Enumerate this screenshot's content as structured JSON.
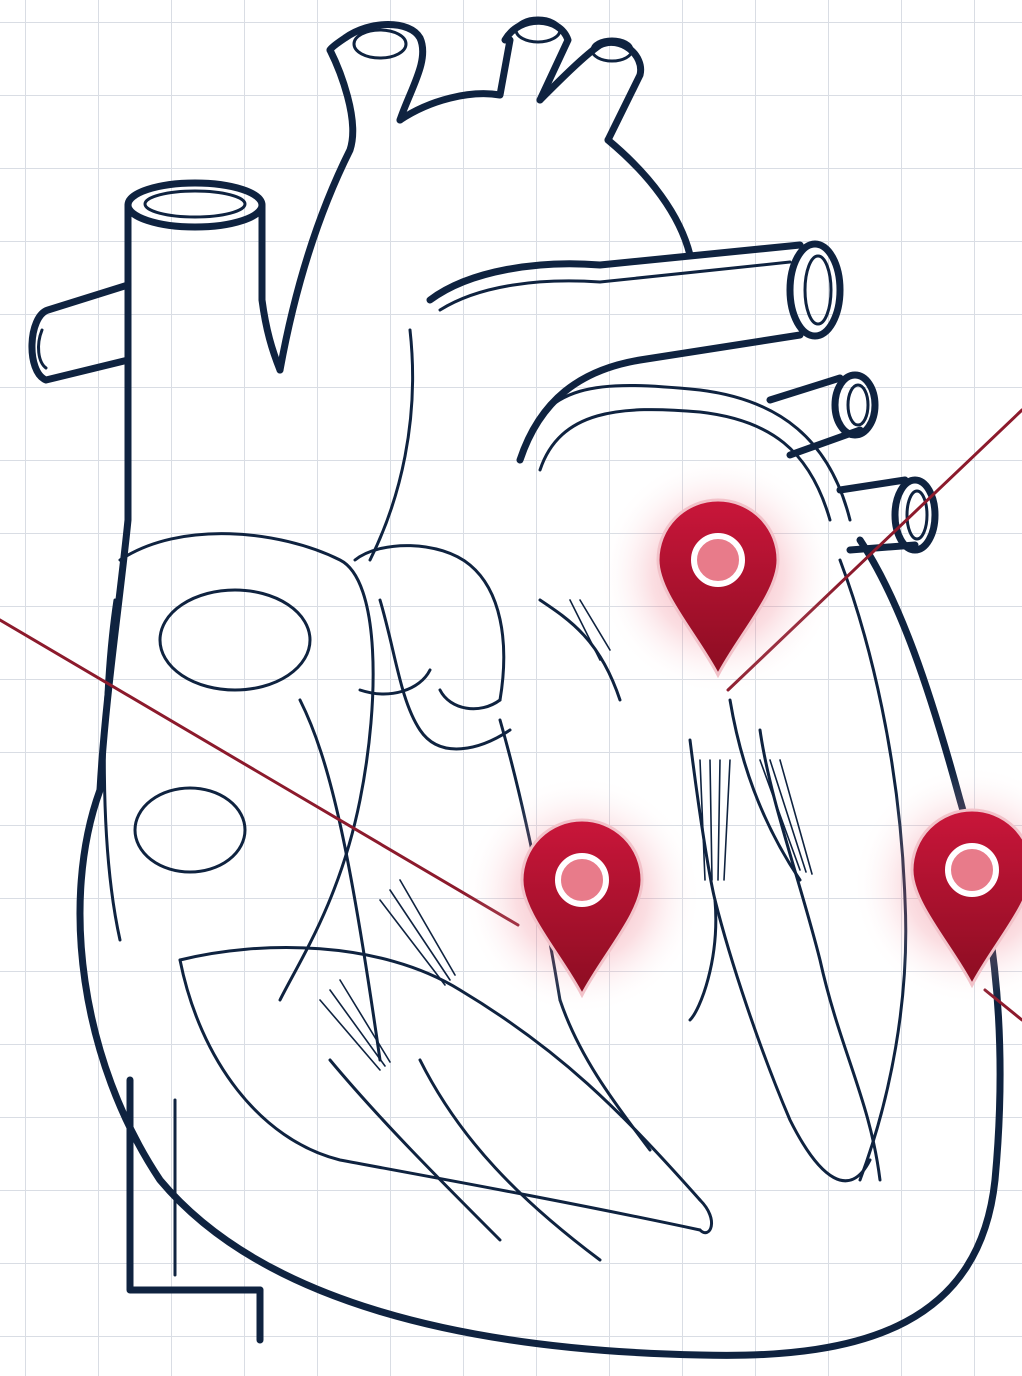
{
  "colors": {
    "background": "#ffffff",
    "grid": "#d9dde4",
    "outline": "#0f2340",
    "marker": "#b5122e",
    "marker_dark": "#8c0d22",
    "glow": "#e84a60",
    "pointer_line": "#8c1a2c"
  },
  "icons": {
    "marker": "map-pin-icon"
  },
  "markers": [
    {
      "id": "upper-right",
      "name": "location-marker-upper"
    },
    {
      "id": "middle",
      "name": "location-marker-middle"
    },
    {
      "id": "right-edge",
      "name": "location-marker-right"
    }
  ]
}
